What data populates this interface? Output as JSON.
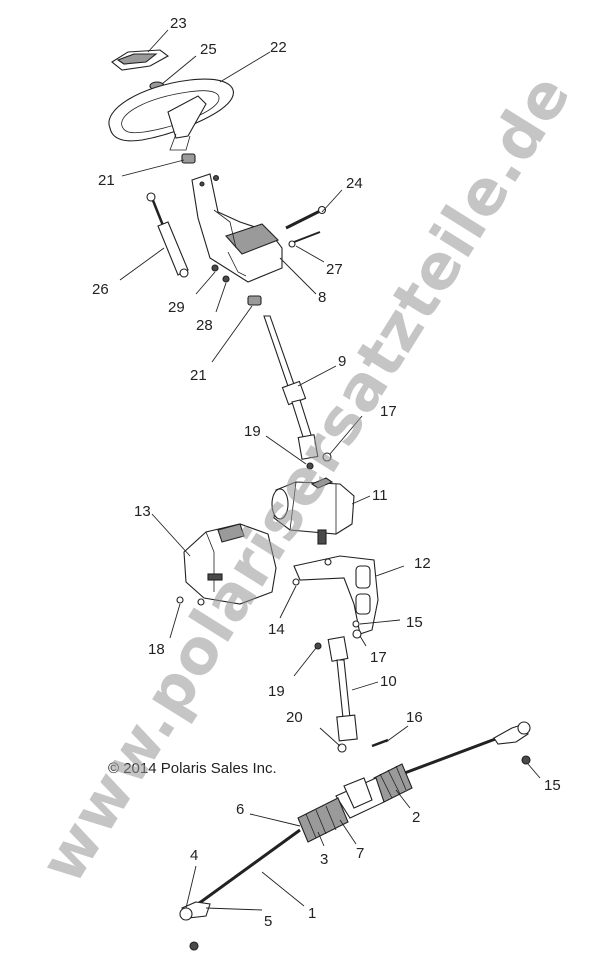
{
  "copyright": "© 2014 Polaris Sales Inc.",
  "watermark": "www.polarisersatzteile.de",
  "callouts": [
    "1",
    "2",
    "3",
    "4",
    "5",
    "6",
    "7",
    "8",
    "9",
    "10",
    "11",
    "12",
    "13",
    "14",
    "15",
    "15",
    "16",
    "17",
    "17",
    "18",
    "19",
    "19",
    "20",
    "21",
    "21",
    "22",
    "23",
    "24",
    "25",
    "26",
    "27",
    "28",
    "29"
  ]
}
